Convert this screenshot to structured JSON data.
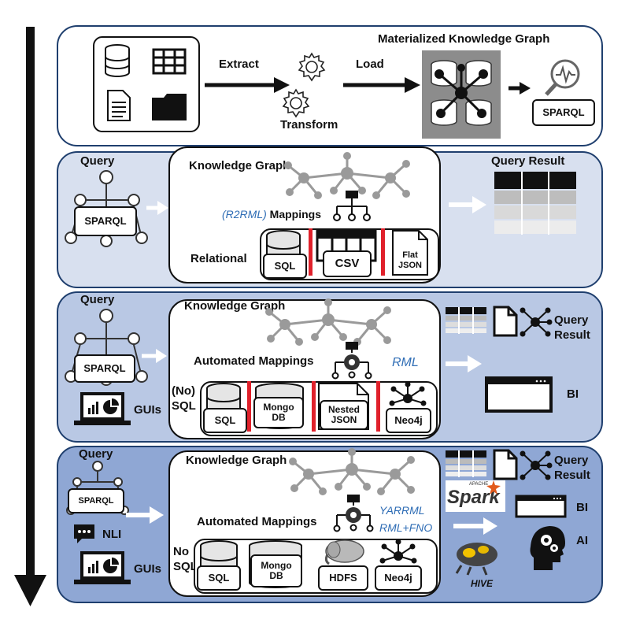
{
  "timeline": {
    "icon": "down-arrow-icon"
  },
  "etl": {
    "extract": "Extract",
    "transform": "Transform",
    "load": "Load",
    "materialized_title": "Materialized Knowledge Graph",
    "sparql": "SPARQL"
  },
  "virtual": {
    "query": "Query",
    "sparql": "SPARQL",
    "kg_title": "Knowledge Graph",
    "mappings_prefix": "(R2RML)",
    "mappings": "Mappings",
    "relational": "Relational",
    "sources": [
      "SQL",
      "CSV",
      "Flat JSON"
    ],
    "result": "Query Result"
  },
  "automated": {
    "query": "Query",
    "sparql": "SPARQL",
    "guis": "GUIs",
    "kg_title": "Knowledge Graph",
    "mappings": "Automated Mappings",
    "rml": "RML",
    "nosql": "(No)\nSQL",
    "sources": [
      "SQL",
      "Mongo DB",
      "Nested JSON",
      "Neo4j"
    ],
    "result": "Query\nResult",
    "bi": "BI"
  },
  "nli_era": {
    "query": "Query",
    "sparql": "SPARQL",
    "nli": "NLI",
    "guis": "GUIs",
    "kg_title": "Knowledge Graph",
    "mappings": "Automated Mappings",
    "yarrml": "YARRML",
    "rml_fno": "RML+FNO",
    "nosql": "No\nSQL",
    "sources": [
      "SQL",
      "Mongo DB",
      "HDFS",
      "Neo4j"
    ],
    "result": "Query\nResult",
    "spark_small": "APACHE",
    "spark": "Spark",
    "hive": "HIVE",
    "bi": "BI",
    "ai": "AI"
  },
  "colors": {
    "panel_border": "#1f3f6e",
    "red_separator": "#e0212b",
    "mapping_blue": "#2f6db5",
    "graph_gray": "#9a9a9a"
  }
}
